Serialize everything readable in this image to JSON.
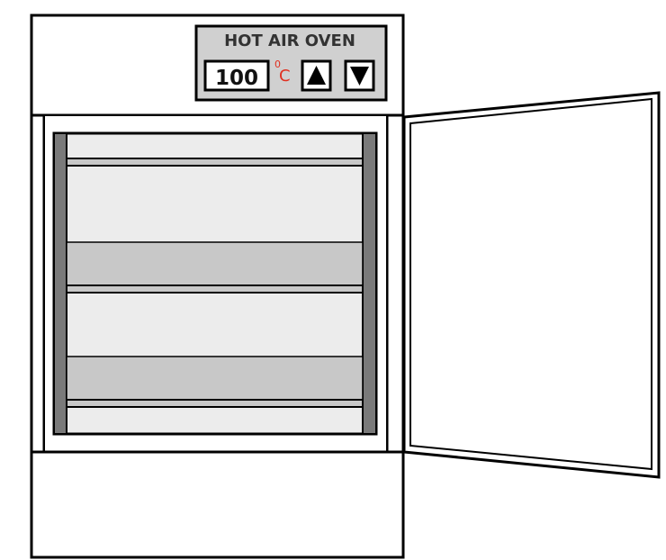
{
  "control_panel": {
    "title": "HOT AIR OVEN",
    "temperature_value": "100",
    "temperature_degree_symbol": "0",
    "temperature_unit": "C",
    "increase_icon": "up-triangle-icon",
    "decrease_icon": "down-triangle-icon"
  },
  "colors": {
    "outline": "#000000",
    "cabinet": "#ffffff",
    "panel_background": "#d0d0d0",
    "chamber_background": "#ececec",
    "side_rail": "#7a7a7a",
    "shelf_band": "#c8c8c8",
    "unit_accent": "#e03020"
  }
}
